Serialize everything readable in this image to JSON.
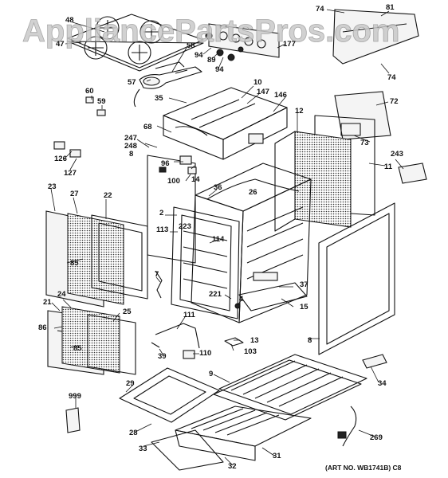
{
  "watermark": "AppliancePartsPros.com",
  "art_number": "(ART NO. WB1741B) C8",
  "callouts": [
    "48",
    "47",
    "58",
    "57",
    "60",
    "59",
    "35",
    "177",
    "74",
    "81",
    "94",
    "89",
    "94",
    "74",
    "10",
    "147",
    "146",
    "72",
    "68",
    "247",
    "248",
    "8",
    "12",
    "73",
    "126",
    "127",
    "96",
    "100",
    "14",
    "243",
    "11",
    "36",
    "26",
    "23",
    "27",
    "22",
    "2",
    "113",
    "223",
    "114",
    "85",
    "7",
    "221",
    "37",
    "4",
    "15",
    "21",
    "24",
    "86",
    "85",
    "25",
    "111",
    "39",
    "110",
    "13",
    "103",
    "8",
    "9",
    "34",
    "999",
    "29",
    "28",
    "33",
    "32",
    "31",
    "269"
  ],
  "colors": {
    "line": "#111111",
    "watermark": "#c9c9c9"
  }
}
